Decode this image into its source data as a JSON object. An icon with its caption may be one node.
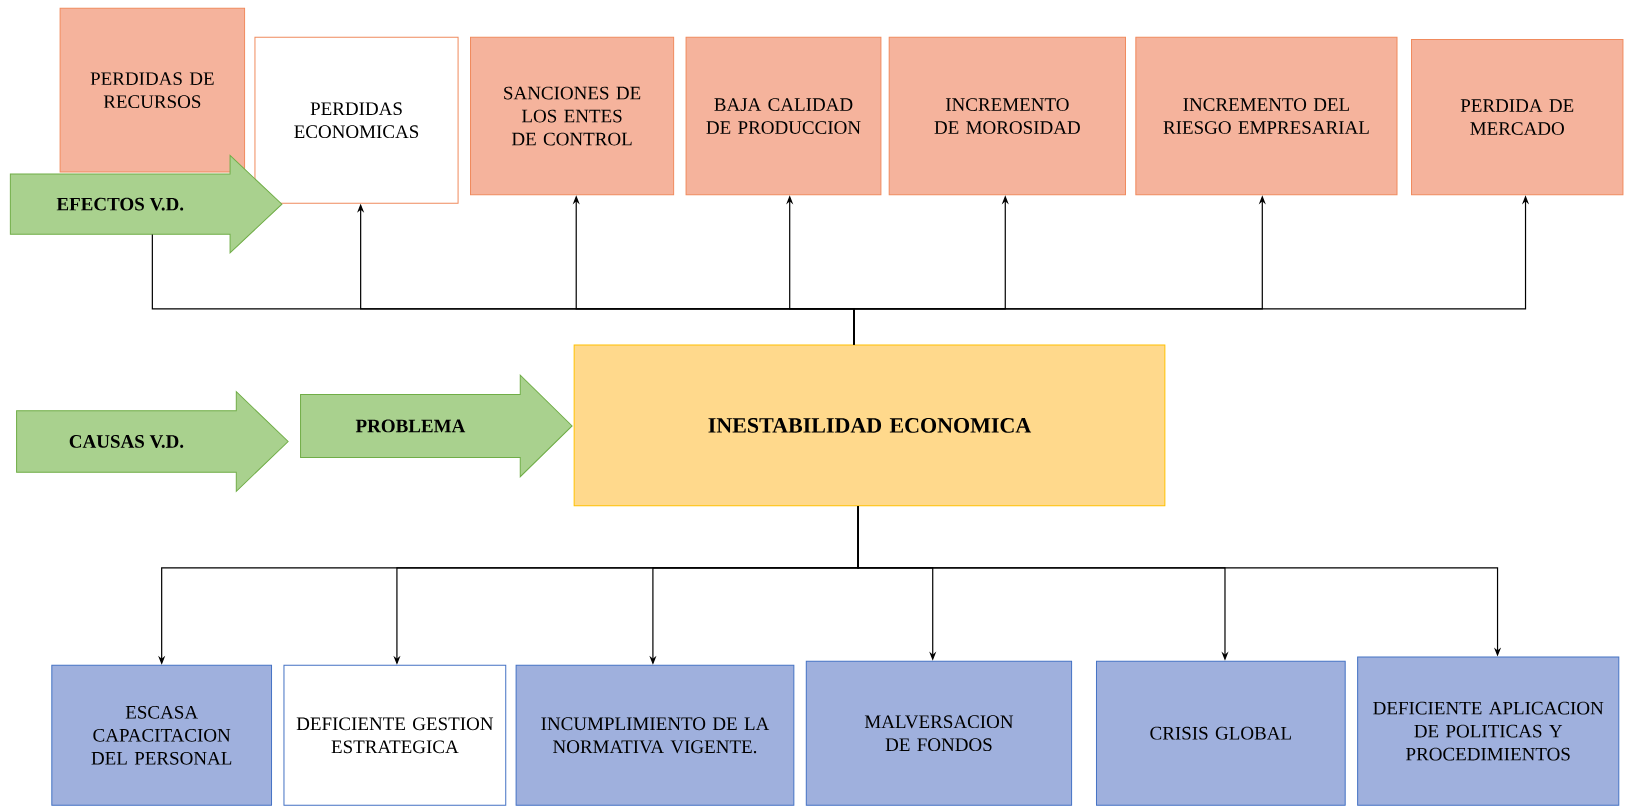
{
  "diagram": {
    "nodes": [
      {
        "text": [
          "PERDIDAS DE RECURSOS"
        ]
      },
      {
        "text": [
          "PERDIDAS ECONOMICAS"
        ]
      },
      {
        "text": [
          "SANCIONES DE LOS ENTES DE CONTROL"
        ]
      },
      {
        "text": [
          "BAJA CALIDAD DE PRODUCCION"
        ]
      },
      {
        "text": [
          "INCREMENTO DE MOROSIDAD"
        ]
      },
      {
        "text": [
          "INCREMENTO DEL RIESGO EMPRESARIAL"
        ]
      },
      {
        "text": [
          "PERDIDA DE MERCADO"
        ]
      },
      {
        "text": [
          "EFECTOS V.D."
        ]
      },
      {
        "text": [
          "CAUSAS V.D."
        ]
      },
      {
        "text": [
          "PROBLEMA"
        ]
      },
      {
        "text": [
          "INESTABILIDAD ECONOMICA"
        ]
      },
      {
        "text": [
          "ESCASA CAPACITACION DEL PERSONAL"
        ]
      },
      {
        "text": [
          "DEFICIENTE GESTION ESTRATEGICA"
        ]
      },
      {
        "text": [
          "INCUMPLIMIENTO DE LA NORMATIVA VIGENTE."
        ]
      },
      {
        "text": [
          "MALVERSACION DE FONDOS"
        ]
      },
      {
        "text": [
          "CRISIS GLOBAL"
        ]
      },
      {
        "text": [
          "DEFICIENTE APLICACION DE POLITICAS Y PROCEDIMIENTOS"
        ]
      }
    ],
    "edges": [
      {
        "from": 10,
        "to": 7,
        "arrow": "none"
      },
      {
        "from": 10,
        "to": 1,
        "arrow": "to"
      },
      {
        "from": 10,
        "to": 2,
        "arrow": "to"
      },
      {
        "from": 10,
        "to": 3,
        "arrow": "to"
      },
      {
        "from": 10,
        "to": 4,
        "arrow": "to"
      },
      {
        "from": 10,
        "to": 5,
        "arrow": "to"
      },
      {
        "from": 10,
        "to": 6,
        "arrow": "to"
      },
      {
        "from": 10,
        "to": 11,
        "arrow": "to"
      },
      {
        "from": 10,
        "to": 12,
        "arrow": "to"
      },
      {
        "from": 10,
        "to": 13,
        "arrow": "to"
      },
      {
        "from": 10,
        "to": 14,
        "arrow": "to"
      },
      {
        "from": 10,
        "to": 15,
        "arrow": "to"
      },
      {
        "from": 10,
        "to": 16,
        "arrow": "to"
      }
    ]
  }
}
